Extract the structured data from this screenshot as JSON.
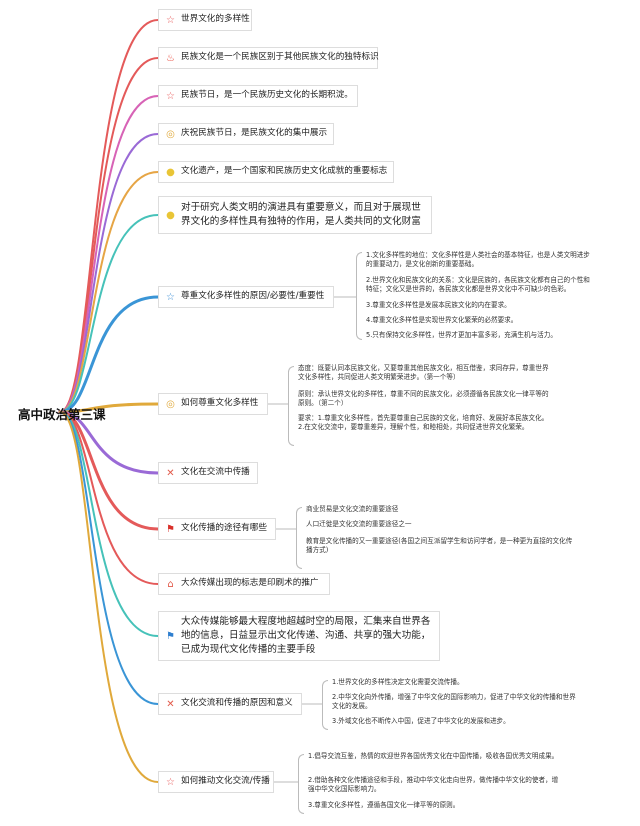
{
  "root": {
    "title": "高中政治第三课"
  },
  "nodes": [
    {
      "id": "n1",
      "text": "世界文化的多样性",
      "icon": "star-outline-icon",
      "color": "#e85a5a"
    },
    {
      "id": "n2",
      "text": "民族文化是一个民族区别于其他民族文化的独特标识",
      "icon": "fire-icon",
      "color": "#e8473a"
    },
    {
      "id": "n3",
      "text": "民族节日，是一个民族历史文化的长期积淀。",
      "icon": "star-outline-icon",
      "color": "#e85a5a"
    },
    {
      "id": "n4",
      "text": "庆祝民族节日，是民族文化的集中展示",
      "icon": "medal-icon",
      "color": "#e0a93b"
    },
    {
      "id": "n5",
      "text": "文化遗产，是一个国家和民族历史文化成就的重要标志",
      "icon": "lightbulb-icon",
      "color": "#e9c536"
    },
    {
      "id": "n6",
      "text": "对于研究人类文明的演进具有重要意义，而且对于展现世界文化的多样性具有独特的作用，是人类共同的文化财富",
      "icon": "lightbulb-icon",
      "color": "#e9c536"
    },
    {
      "id": "n7",
      "text": "尊重文化多样性的原因/必要性/重要性",
      "icon": "star-outline-icon",
      "color": "#3d8fd6"
    },
    {
      "id": "n8",
      "text": "如何尊重文化多样性",
      "icon": "medal-icon",
      "color": "#e0a93b"
    },
    {
      "id": "n9",
      "text": "文化在交流中传播",
      "icon": "tools-icon",
      "color": "#e25a4a"
    },
    {
      "id": "n10",
      "text": "文化传播的途径有哪些",
      "icon": "flag-icon",
      "color": "#d9302a"
    },
    {
      "id": "n11",
      "text": "大众传媒出现的标志是印刷术的推广",
      "icon": "home-icon",
      "color": "#e25a4a"
    },
    {
      "id": "n12",
      "text": "大众传媒能够最大程度地超越时空的局限，汇集来自世界各地的信息，日益显示出文化传递、沟通、共享的强大功能，已成为现代文化传播的主要手段",
      "icon": "flag-icon",
      "color": "#2f7fcf"
    },
    {
      "id": "n13",
      "text": "文化交流和传播的原因和意义",
      "icon": "tools-icon",
      "color": "#e25a4a"
    },
    {
      "id": "n14",
      "text": "如何推动文化交流/传播",
      "icon": "star-outline-icon",
      "color": "#e85a5a"
    }
  ],
  "leaves": {
    "n7": [
      "1.文化多样性的地位：文化多样性是人类社会的基本特征，也是人类文明进步的重要动力，是文化创新的重要基础。",
      "2.世界文化和民族文化的关系：文化是民族的，各民族文化都有自己的个性和特征；文化又是世界的，各民族文化都是世界文化中不可缺少的色彩。",
      "3.尊重文化多样性是发展本民族文化的内在要求。",
      "4.尊重文化多样性是实现世界文化繁荣的必然要求。",
      "5.只有保持文化多样性，世界才更加丰富多彩，充满生机与活力。"
    ],
    "n8": [
      "态度：既要认同本民族文化，又要尊重其他民族文化，相互借鉴，求同存异，尊重世界文化多样性，共同促进人类文明繁荣进步。（第一个等）",
      "原则：承认世界文化的多样性，尊重不同的民族文化，必须遵循各民族文化一律平等的原则。（第二个）",
      "要求：1.尊重文化多样性，首先要尊重自己民族的文化，培育好、发展好本民族文化。2.在文化交流中，要尊重差异，理解个性，和睦相处，共同促进世界文化繁荣。"
    ],
    "n10": [
      "商业贸易是文化交流的重要途径",
      "人口迁徙是文化交流的重要途径之一",
      "教育是文化传播的又一重要途径(各国之间互派留学生和访问学者，是一种更为直接的文化传播方式)"
    ],
    "n13": [
      "1.世界文化的多样性决定文化需要交流传播。",
      "2.中华文化向外传播，增强了中华文化的国际影响力，促进了中华文化的传播和世界文化的发展。",
      "3.外域文化也不断传入中国，促进了中华文化的发展和进步。"
    ],
    "n14": [
      "1.倡导交流互鉴，热情的欢迎世界各国优秀文化在中国传播，吸收各国优秀文明成果。",
      "2.借助各种文化传播途径和手段，推动中华文化走向世界，做传播中华文化的使者，增强中华文化国际影响力。",
      "3.尊重文化多样性，遵循各国文化一律平等的原则。"
    ]
  }
}
